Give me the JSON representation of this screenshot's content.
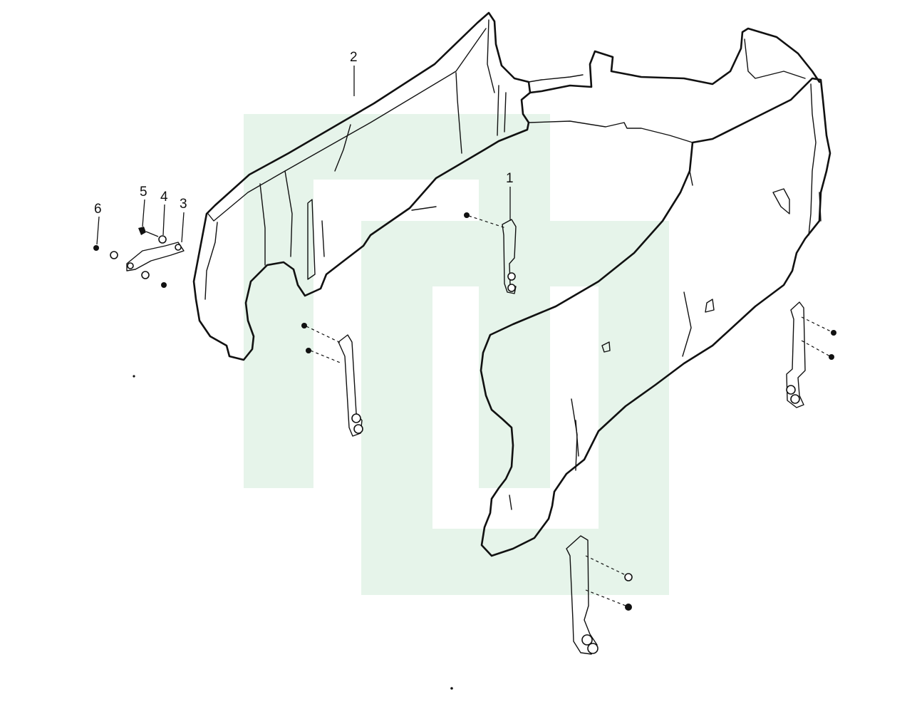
{
  "diagram": {
    "callouts": [
      {
        "id": "1",
        "label": "1"
      },
      {
        "id": "2",
        "label": "2"
      },
      {
        "id": "3",
        "label": "3"
      },
      {
        "id": "4",
        "label": "4"
      },
      {
        "id": "5",
        "label": "5"
      },
      {
        "id": "6",
        "label": "6"
      }
    ],
    "watermark": {
      "color": "#e6f4ea",
      "shape": "interlocking-brackets-logo"
    }
  }
}
